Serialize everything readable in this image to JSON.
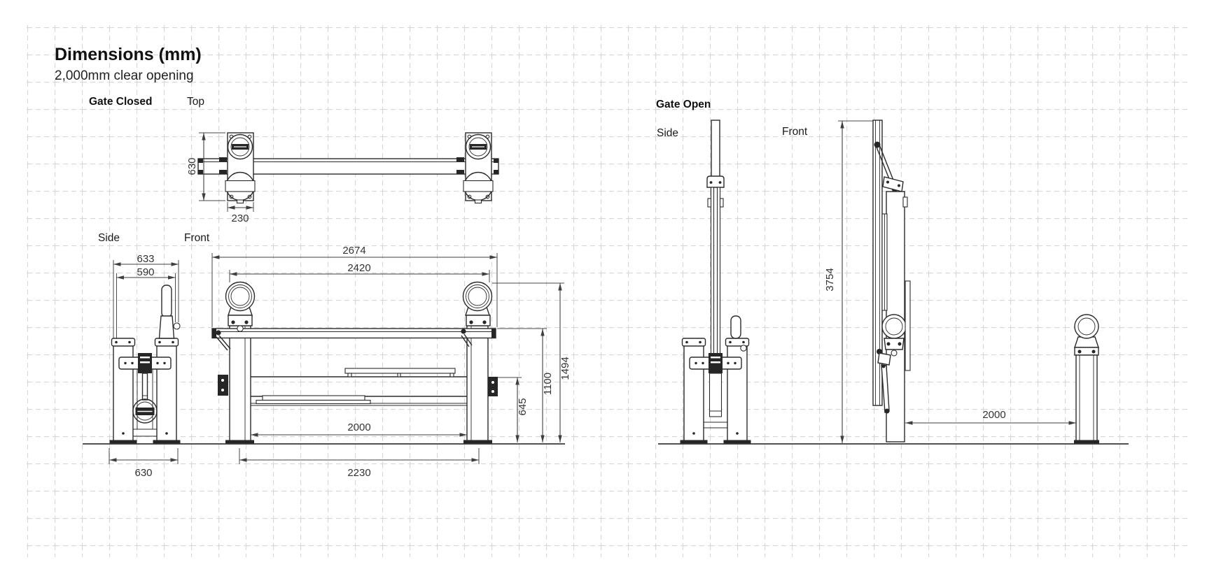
{
  "title": "Dimensions (mm)",
  "subtitle": "2,000mm clear opening",
  "colors": {
    "line_color": "#2b2b2b",
    "grid_color": "#d7d7d7",
    "background": "#ffffff",
    "dim_color": "#3f3f3f"
  },
  "gate_closed": {
    "section_label": "Gate Closed",
    "view_top": "Top",
    "view_side": "Side",
    "view_front": "Front",
    "dims": {
      "top_height": "630",
      "top_hinge_width": "230",
      "side_overall_width": "633",
      "side_inner_width": "590",
      "side_base_width": "630",
      "front_overall_width": "2674",
      "front_frame_width": "2420",
      "clear_opening": "2000",
      "front_base_span": "2230",
      "height_overall": "1494",
      "height_top_rail": "1100",
      "height_lower": "645"
    }
  },
  "gate_open": {
    "section_label": "Gate Open",
    "view_side": "Side",
    "view_front": "Front",
    "dims": {
      "height_overall": "3754",
      "clear_opening": "2000"
    }
  }
}
